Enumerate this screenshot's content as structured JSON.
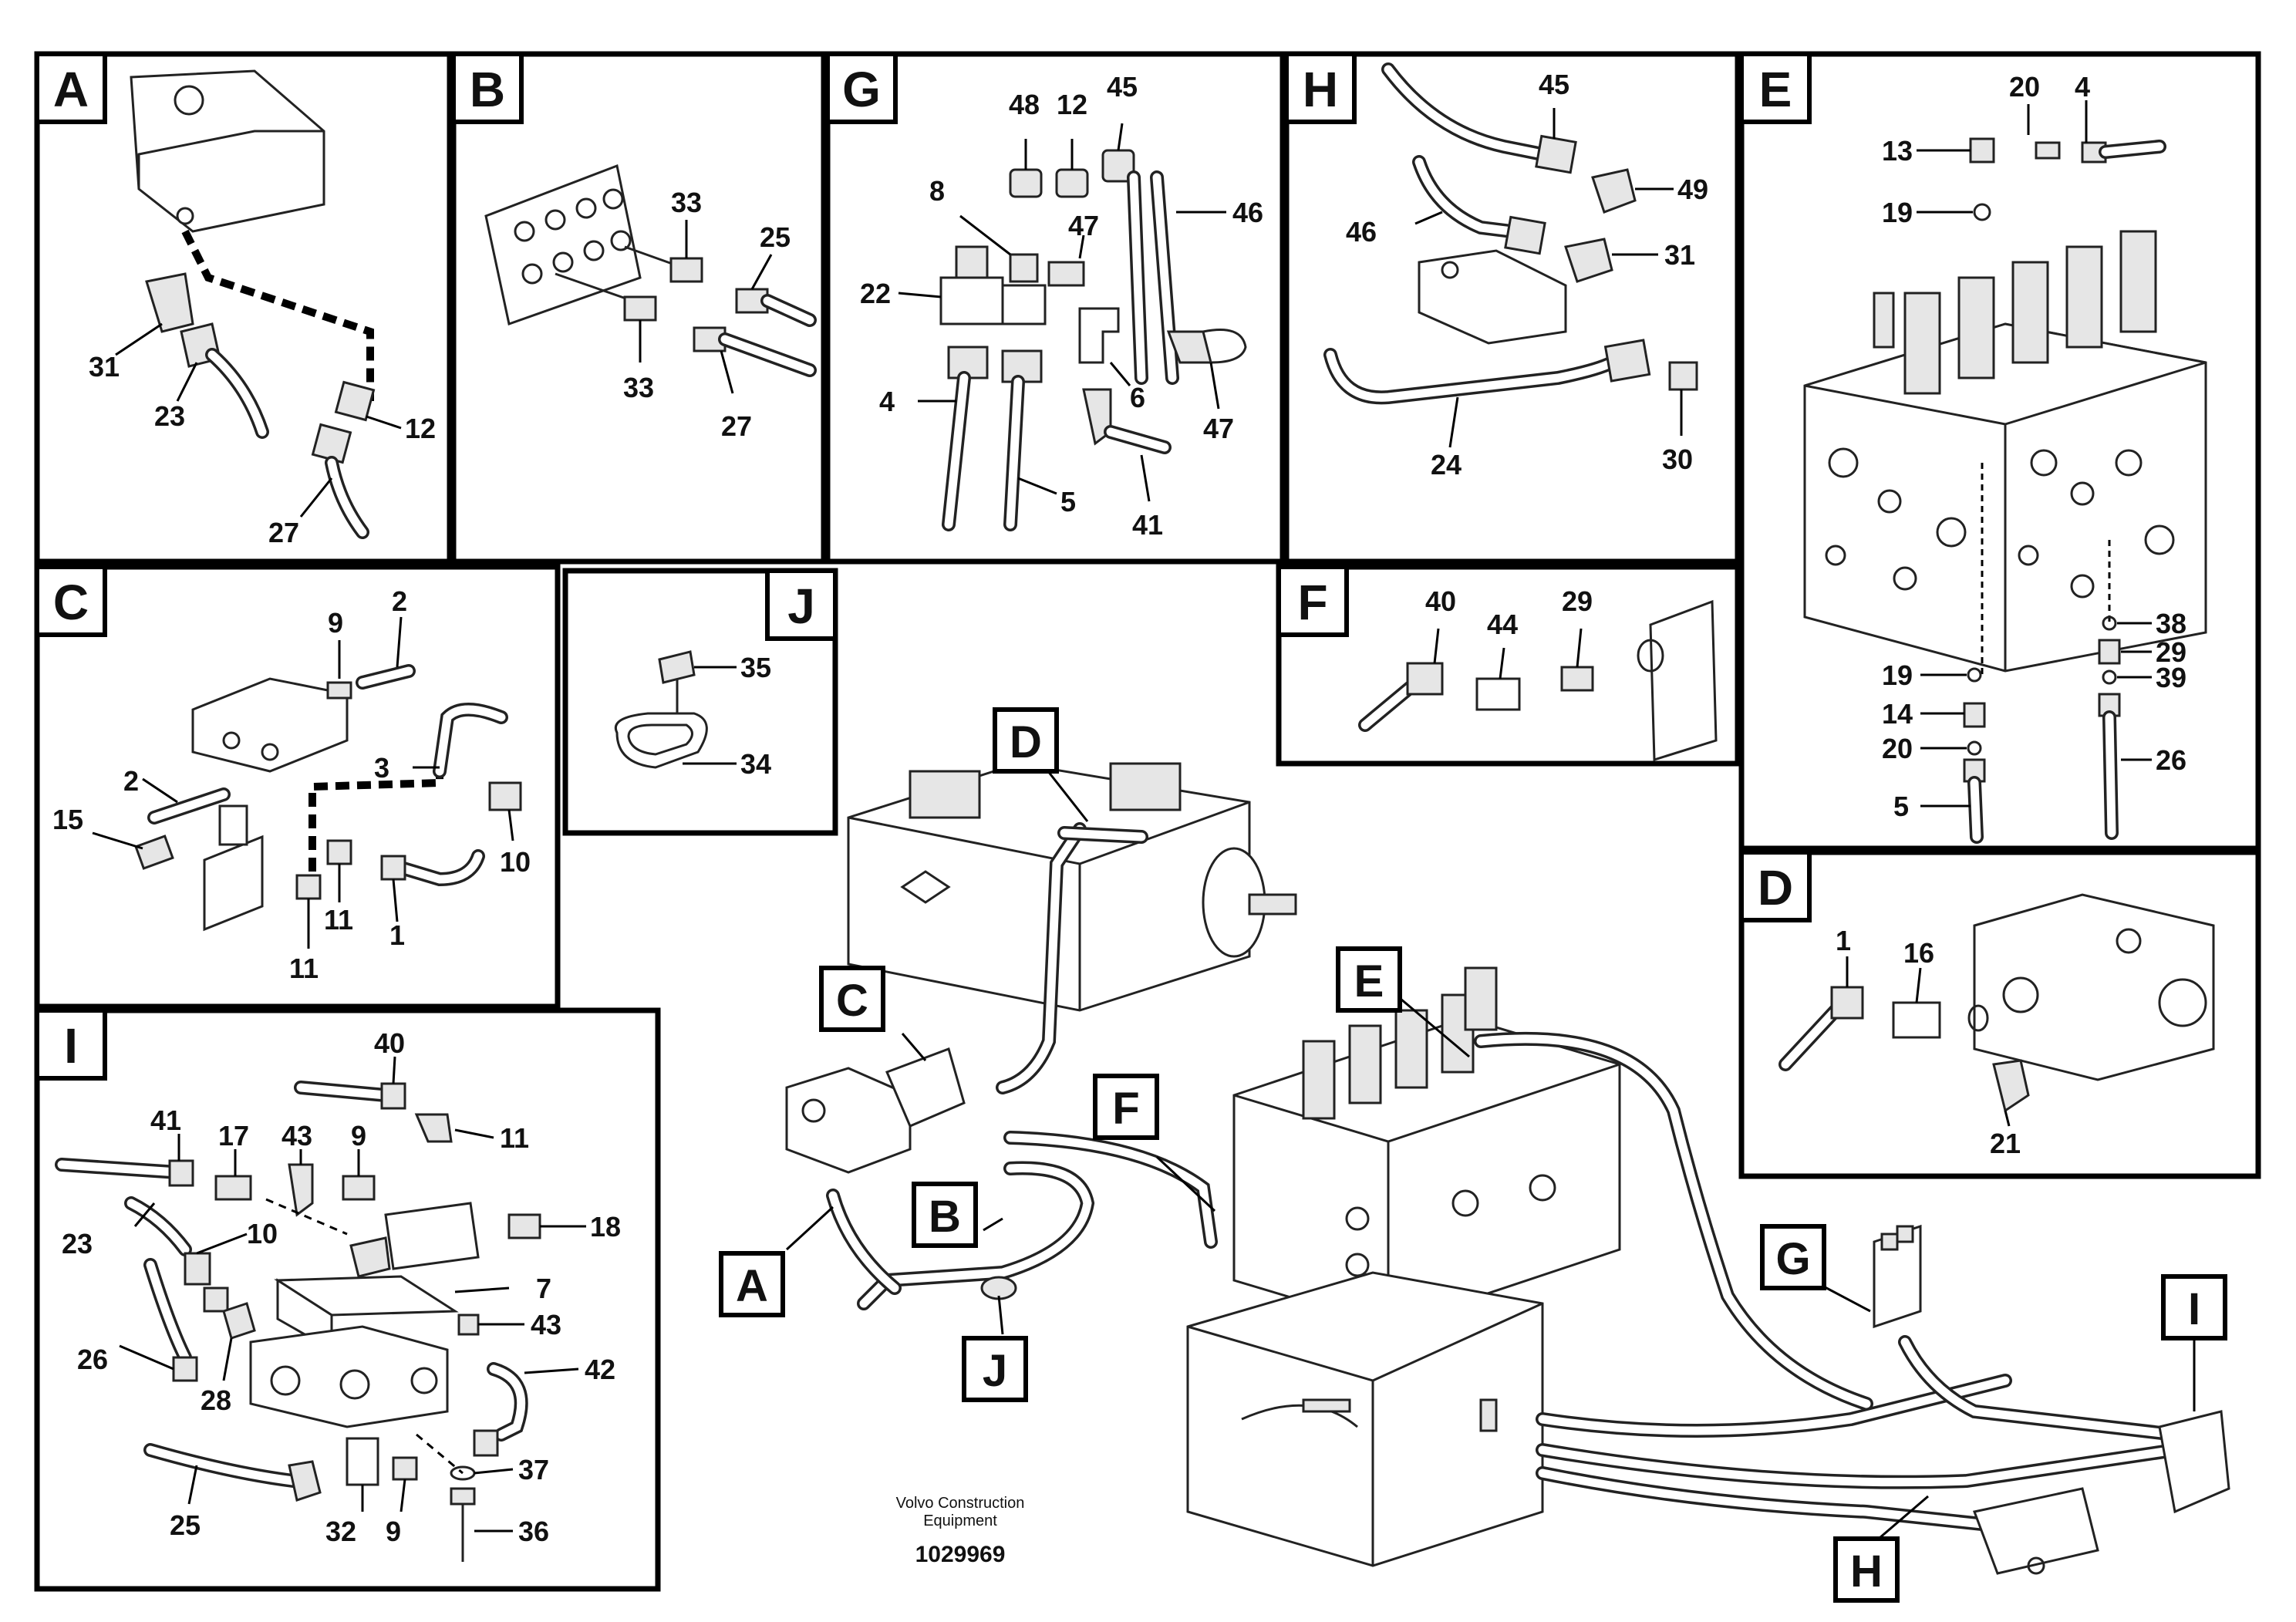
{
  "panels": {
    "A": {
      "letter": "A",
      "parts": [
        "31",
        "23",
        "12",
        "27"
      ]
    },
    "B": {
      "letter": "B",
      "parts": [
        "33",
        "25",
        "33",
        "27"
      ]
    },
    "G": {
      "letter": "G",
      "parts": [
        "48",
        "12",
        "45",
        "8",
        "47",
        "46",
        "22",
        "6",
        "47",
        "4",
        "5",
        "41"
      ]
    },
    "H": {
      "letter": "H",
      "parts": [
        "45",
        "49",
        "46",
        "31",
        "24",
        "30"
      ]
    },
    "E": {
      "letter": "E",
      "parts": [
        "20",
        "4",
        "13",
        "19",
        "38",
        "29",
        "19",
        "39",
        "14",
        "20",
        "26",
        "5"
      ]
    },
    "C": {
      "letter": "C",
      "parts": [
        "9",
        "2",
        "3",
        "2",
        "15",
        "10",
        "11",
        "11",
        "1"
      ]
    },
    "J": {
      "letter": "J",
      "parts": [
        "35",
        "34"
      ]
    },
    "F": {
      "letter": "F",
      "parts": [
        "40",
        "44",
        "29"
      ]
    },
    "D": {
      "letter": "D",
      "parts": [
        "1",
        "16",
        "21"
      ]
    },
    "I": {
      "letter": "I",
      "parts": [
        "40",
        "41",
        "17",
        "43",
        "9",
        "11",
        "23",
        "10",
        "18",
        "7",
        "43",
        "26",
        "28",
        "42",
        "37",
        "25",
        "32",
        "9",
        "36"
      ]
    }
  },
  "main_markers": [
    "D",
    "C",
    "E",
    "F",
    "B",
    "A",
    "J",
    "G",
    "I",
    "H"
  ],
  "footer": {
    "brand_line1": "Volvo Construction",
    "brand_line2": "Equipment",
    "doc_number": "1029969"
  }
}
